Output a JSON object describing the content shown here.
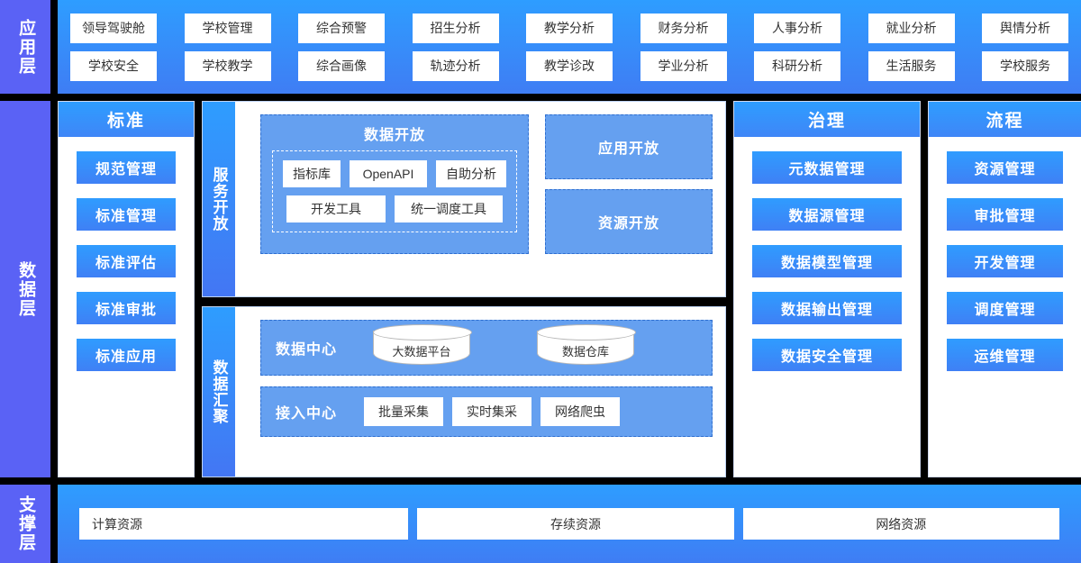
{
  "layers": {
    "application": "应用层",
    "data": "数据层",
    "support": "支撑层"
  },
  "application_layer": {
    "row1": [
      "领导驾驶舱",
      "学校管理",
      "综合预警",
      "招生分析",
      "教学分析",
      "财务分析",
      "人事分析",
      "就业分析",
      "舆情分析"
    ],
    "row2": [
      "学校安全",
      "学校教学",
      "综合画像",
      "轨迹分析",
      "教学诊改",
      "学业分析",
      "科研分析",
      "生活服务",
      "学校服务"
    ]
  },
  "standard_column": {
    "title": "标准",
    "items": [
      "规范管理",
      "标准管理",
      "标准评估",
      "标准审批",
      "标准应用"
    ]
  },
  "service_open": {
    "side_label": "服务开放",
    "data_open": {
      "title": "数据开放",
      "row1": [
        "指标库",
        "OpenAPI",
        "自助分析"
      ],
      "row2": [
        "开发工具",
        "统一调度工具"
      ]
    },
    "app_open": "应用开放",
    "resource_open": "资源开放"
  },
  "data_gather": {
    "side_label": "数据汇聚",
    "data_center": {
      "label": "数据中心",
      "stores": [
        "大数据平台",
        "数据仓库"
      ]
    },
    "access_center": {
      "label": "接入中心",
      "methods": [
        "批量采集",
        "实时集采",
        "网络爬虫"
      ]
    }
  },
  "governance_column": {
    "title": "治理",
    "items": [
      "元数据管理",
      "数据源管理",
      "数据模型管理",
      "数据输出管理",
      "数据安全管理"
    ]
  },
  "process_column": {
    "title": "流程",
    "items": [
      "资源管理",
      "审批管理",
      "开发管理",
      "调度管理",
      "运维管理"
    ]
  },
  "support_layer": {
    "items": [
      "计算资源",
      "存续资源",
      "网络资源"
    ]
  },
  "colors": {
    "layer_label_bg": "#5a62f5",
    "band_blue_top": "#2e9dff",
    "band_blue_bottom": "#3f7df4",
    "inner_blue": "#65a0f0",
    "dashed_border": "#2f6fd0",
    "background": "#000000"
  }
}
